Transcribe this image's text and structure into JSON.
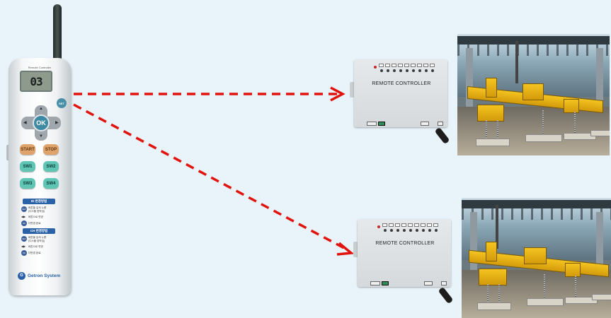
{
  "remote": {
    "model_label": "Remote Controller",
    "display_value": "03",
    "set_label": "SET",
    "ok_label": "OK",
    "buttons": {
      "start": "START",
      "stop": "STOP",
      "sw1": "SW1",
      "sw2": "SW2",
      "sw3": "SW3",
      "sw4": "SW4"
    },
    "id_section": {
      "heading": "ID 변경방법",
      "line1": "버튼을 길게 누름",
      "line2": "(디스플 깜박임)",
      "line3": "버튼으로 변경",
      "line4": "다변경 완료"
    },
    "ch_section": {
      "heading": "CH 변경방법",
      "line1": "버튼을 길게 누름",
      "line2": "(디스플 깜박임)",
      "line3": "버튼으로 변경",
      "line4": "다변경 완료"
    },
    "brand_mark": "G",
    "brand_name": "Getron System"
  },
  "receivers": [
    {
      "title": "REMOTE CONTROLLER"
    },
    {
      "title": "REMOTE CONTROLLER"
    }
  ],
  "colors": {
    "background": "#e9f3fa",
    "arrow": "#e0140c",
    "remote_accent": "#2b62a7",
    "crane_yellow": "#f0b81a"
  }
}
